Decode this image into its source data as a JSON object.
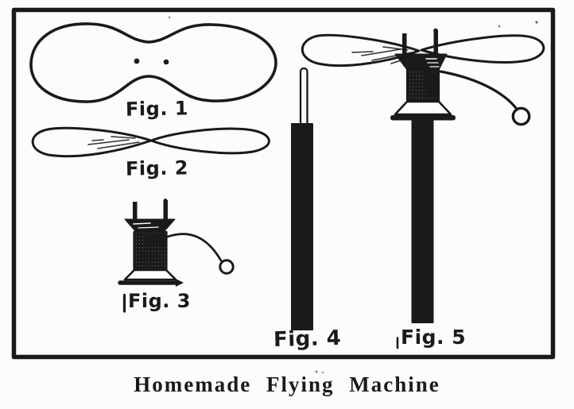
{
  "illustration": {
    "caption": "Homemade Flying Machine",
    "figure_labels": {
      "fig1": "Fig. 1",
      "fig2": "Fig. 2",
      "fig3": "Fig. 3",
      "fig4": "Fig. 4",
      "fig5": "Fig. 5"
    },
    "colors": {
      "ink": "#1a1a1a",
      "paper": "#fcfcfa"
    }
  }
}
